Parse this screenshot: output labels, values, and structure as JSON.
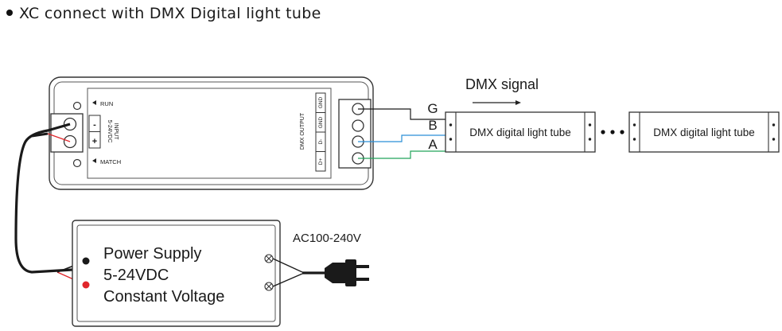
{
  "heading": "XC connect with DMX Digital light tube",
  "controller": {
    "run_label": "RUN",
    "match_label": "MATCH",
    "input_label": "INPUT",
    "input_voltage": "5-24VDC",
    "minus_sign": "-",
    "plus_sign": "+",
    "dmx_output_label": "DMX OUTPUT",
    "pins": [
      "GND",
      "GND",
      "D-",
      "D+"
    ]
  },
  "signal": {
    "label": "DMX signal",
    "wire_g": "G",
    "wire_b": "B",
    "wire_a": "A"
  },
  "tubes": [
    {
      "label": "DMX digital light tube"
    },
    {
      "label": "DMX digital light tube"
    }
  ],
  "power_supply": {
    "line1": "Power Supply",
    "line2": "5-24VDC",
    "line3": "Constant Voltage",
    "ac_label": "AC100-240V"
  },
  "colors": {
    "wire_red": "#e0262b",
    "wire_blue": "#2a8fd6",
    "wire_green": "#22a35a",
    "wire_black": "#1a1a1a",
    "outline": "#333333"
  }
}
